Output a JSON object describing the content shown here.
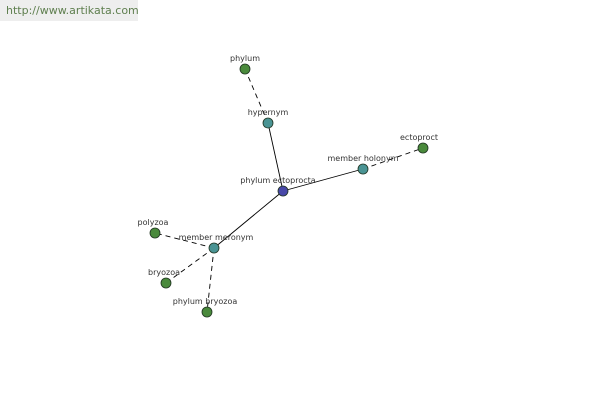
{
  "source": {
    "url": "http://www.artikata.com"
  },
  "colors": {
    "center_node": "#4848a8",
    "relation_node": "#4a9494",
    "leaf_node": "#4a8a3c",
    "node_stroke": "#1f3320",
    "edge": "#000000",
    "label": "#333333",
    "source_text": "#5f7f4f"
  },
  "graph": {
    "nodes": [
      {
        "id": "phylum-ectoprocta",
        "label": "phylum ectoprocta",
        "kind": "center"
      },
      {
        "id": "hypernym",
        "label": "hypernym",
        "kind": "relation"
      },
      {
        "id": "phylum",
        "label": "phylum",
        "kind": "leaf"
      },
      {
        "id": "member-holonym",
        "label": "member holonym",
        "kind": "relation"
      },
      {
        "id": "ectoproct",
        "label": "ectoproct",
        "kind": "leaf"
      },
      {
        "id": "member-meronym",
        "label": "member meronym",
        "kind": "relation"
      },
      {
        "id": "polyzoa",
        "label": "polyzoa",
        "kind": "leaf"
      },
      {
        "id": "bryozoa",
        "label": "bryozoa",
        "kind": "leaf"
      },
      {
        "id": "phylum-bryozoa",
        "label": "phylum bryozoa",
        "kind": "leaf"
      }
    ],
    "edges": [
      {
        "from": "phylum-ectoprocta",
        "to": "hypernym",
        "style": "solid"
      },
      {
        "from": "hypernym",
        "to": "phylum",
        "style": "dashed"
      },
      {
        "from": "phylum-ectoprocta",
        "to": "member-holonym",
        "style": "solid"
      },
      {
        "from": "member-holonym",
        "to": "ectoproct",
        "style": "dashed"
      },
      {
        "from": "phylum-ectoprocta",
        "to": "member-meronym",
        "style": "solid"
      },
      {
        "from": "member-meronym",
        "to": "polyzoa",
        "style": "dashed"
      },
      {
        "from": "member-meronym",
        "to": "bryozoa",
        "style": "dashed"
      },
      {
        "from": "member-meronym",
        "to": "phylum-bryozoa",
        "style": "dashed"
      }
    ]
  }
}
